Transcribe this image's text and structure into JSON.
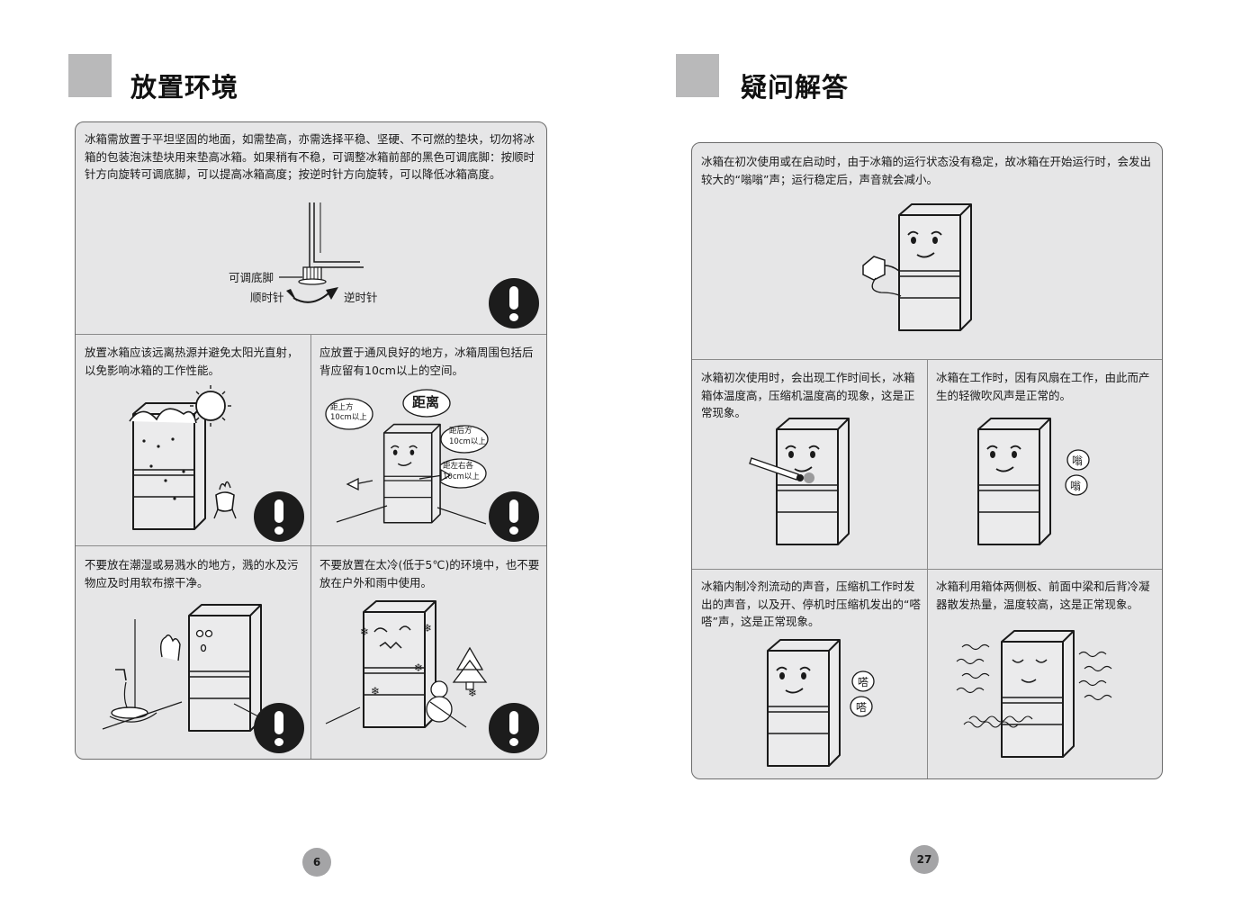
{
  "left_page": {
    "title": "放置环境",
    "page_number": "6",
    "intro": {
      "text": "冰箱需放置于平坦坚固的地面，如需垫高，亦需选择平稳、坚硬、不可燃的垫块，切勿将冰箱的包装泡沫垫块用来垫高冰箱。如果稍有不稳，可调整冰箱前部的黑色可调底脚：按顺时针方向旋转可调底脚，可以提高冰箱高度；按逆时针方向旋转，可以降低冰箱高度。",
      "label_foot": "可调底脚",
      "label_cw": "顺时针",
      "label_ccw": "逆时针"
    },
    "cells": [
      {
        "text": "放置冰箱应该远离热源并避免太阳光直射，以免影响冰箱的工作性能。"
      },
      {
        "text": "应放置于通风良好的地方，冰箱周围包括后背应留有10cm以上的空间。",
        "label_distance": "距离",
        "label_top_1": "距上方",
        "label_top_2": "10cm以上",
        "label_back_1": "距后方",
        "label_back_2": "10cm以上",
        "label_side_1": "距左右各",
        "label_side_2": "10cm以上"
      },
      {
        "text": "不要放在潮湿或易溅水的地方，溅的水及污物应及时用软布擦干净。"
      },
      {
        "text": "不要放置在太冷(低于5℃)的环境中，也不要放在户外和雨中使用。"
      }
    ]
  },
  "right_page": {
    "title": "疑问解答",
    "page_number": "27",
    "intro": {
      "text": "冰箱在初次使用或在启动时，由于冰箱的运行状态没有稳定，故冰箱在开始运行时，会发出较大的“嗡嗡”声；运行稳定后，声音就会减小。"
    },
    "cells": [
      {
        "text": "冰箱初次使用时，会出现工作时间长，冰箱箱体温度高，压缩机温度高的现象，这是正常现象。"
      },
      {
        "text": "冰箱在工作时，因有风扇在工作，由此而产生的轻微吹风声是正常的。",
        "sound_1": "嗡",
        "sound_2": "嗡"
      },
      {
        "text": "冰箱内制冷剂流动的声音，压缩机工作时发出的声音，以及开、停机时压缩机发出的“嗒嗒”声，这是正常现象。",
        "sound_1": "嗒",
        "sound_2": "嗒"
      },
      {
        "text": "冰箱利用箱体两侧板、前面中梁和后背冷凝器散发热量，温度较高，这是正常现象。"
      }
    ]
  }
}
